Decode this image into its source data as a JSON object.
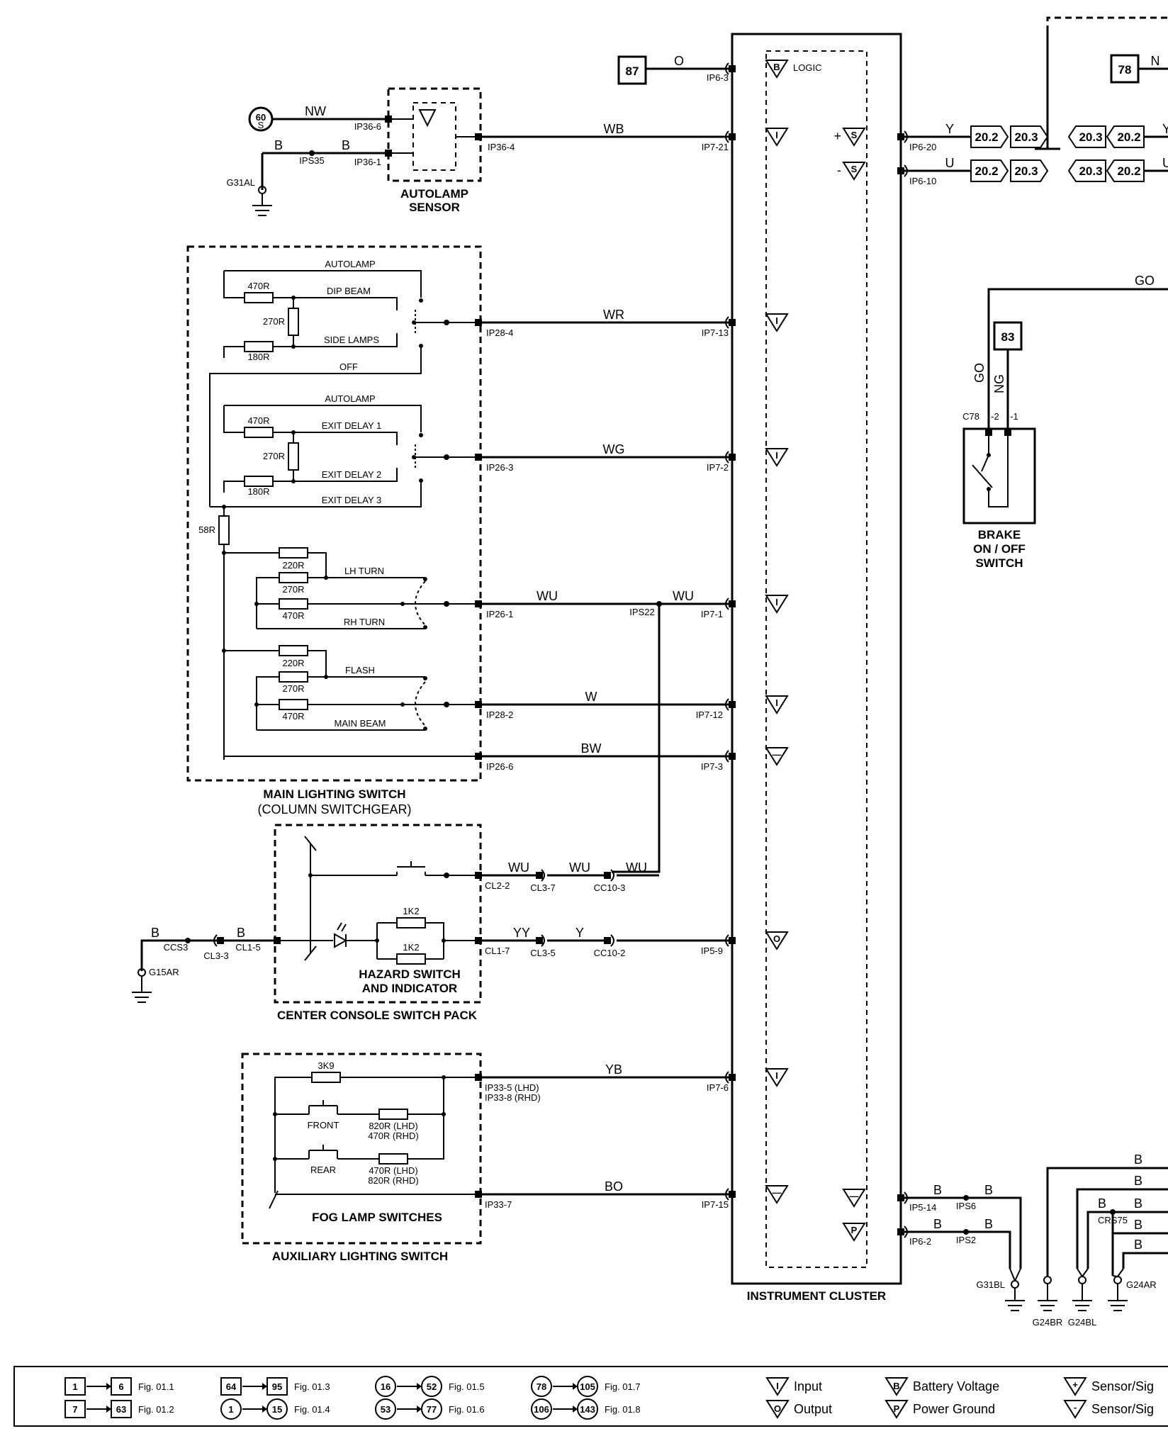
{
  "components": {
    "autolamp_sensor": "AUTOLAMP\nSENSOR",
    "main_lighting_switch": "MAIN LIGHTING SWITCH",
    "main_lighting_switch_sub": "(COLUMN SWITCHGEAR)",
    "hazard": "HAZARD SWITCH\nAND INDICATOR",
    "center_console": "CENTER CONSOLE SWITCH PACK",
    "fog_lamp_switches": "FOG LAMP SWITCHES",
    "aux_lighting": "AUXILIARY LIGHTING SWITCH",
    "instrument_cluster": "INSTRUMENT CLUSTER",
    "brake_switch": "BRAKE\nON / OFF\nSWITCH"
  },
  "refs": {
    "r87": "87",
    "r78": "78",
    "r83": "83",
    "r60": "60",
    "s": "S",
    "logic": "LOGIC"
  },
  "wires": {
    "o": "O",
    "nw": "NW",
    "b": "B",
    "wb": "WB",
    "wr": "WR",
    "wg": "WG",
    "wu": "WU",
    "w": "W",
    "bw": "BW",
    "yy": "YY",
    "y": "Y",
    "yb": "YB",
    "bo": "BO",
    "u": "U",
    "go": "GO",
    "ng": "NG",
    "n": "N"
  },
  "connectors": {
    "ip6_3": "IP6-3",
    "ip36_6": "IP36-6",
    "ip36_1": "IP36-1",
    "ips35": "IPS35",
    "ip36_4": "IP36-4",
    "ip7_21": "IP7-21",
    "g31al": "G31AL",
    "ip6_20": "IP6-20",
    "ip6_10": "IP6-10",
    "ip28_4": "IP28-4",
    "ip7_13": "IP7-13",
    "ip26_3": "IP26-3",
    "ip7_2": "IP7-2",
    "ip26_1": "IP26-1",
    "ips22": "IPS22",
    "ip7_1": "IP7-1",
    "ip28_2": "IP28-2",
    "ip7_12": "IP7-12",
    "ip26_6": "IP26-6",
    "ip7_3": "IP7-3",
    "cl2_2": "CL2-2",
    "cl3_7": "CL3-7",
    "cc10_3": "CC10-3",
    "ccs3": "CCS3",
    "cl3_3": "CL3-3",
    "cl1_5": "CL1-5",
    "g15ar": "G15AR",
    "cl1_7": "CL1-7",
    "cl3_5": "CL3-5",
    "cc10_2": "CC10-2",
    "ip5_9": "IP5-9",
    "ip33_5": "IP33-5 (LHD)",
    "ip33_8": "IP33-8 (RHD)",
    "ip7_6": "IP7-6",
    "ip33_7": "IP33-7",
    "ip7_15": "IP7-15",
    "ip5_14": "IP5-14",
    "ips6": "IPS6",
    "ip6_2": "IP6-2",
    "ips2": "IPS2",
    "g31bl": "G31BL",
    "g24br": "G24BR",
    "g24bl": "G24BL",
    "g24ar": "G24AR",
    "crs75": "CRS75",
    "c78": "C78",
    "pin2": "-2",
    "pin1": "-1"
  },
  "switch_positions": {
    "autolamp": "AUTOLAMP",
    "dip_beam": "DIP BEAM",
    "side_lamps": "SIDE LAMPS",
    "off": "OFF",
    "exit1": "EXIT DELAY 1",
    "exit2": "EXIT DELAY 2",
    "exit3": "EXIT DELAY 3",
    "lh_turn": "LH TURN",
    "rh_turn": "RH TURN",
    "flash": "FLASH",
    "main_beam": "MAIN BEAM",
    "front": "FRONT",
    "rear": "REAR"
  },
  "resistors": {
    "r470": "470R",
    "r270": "270R",
    "r180": "180R",
    "r58": "58R",
    "r220": "220R",
    "r1k2": "1K2",
    "r3k9": "3K9",
    "r820_lhd": "820R (LHD)",
    "r470_rhd": "470R (RHD)",
    "r470_lhd": "470R (LHD)",
    "r820_rhd": "820R (RHD)"
  },
  "page_refs": {
    "p20_2": "20.2",
    "p20_3": "20.3"
  },
  "legend": {
    "rows": [
      {
        "a": "1",
        "b": "6",
        "fig": "Fig. 01.1"
      },
      {
        "a": "7",
        "b": "63",
        "fig": "Fig. 01.2"
      },
      {
        "a": "64",
        "b": "95",
        "fig": "Fig. 01.3"
      },
      {
        "a": "1",
        "b": "15",
        "fig": "Fig. 01.4"
      },
      {
        "a": "16",
        "b": "52",
        "fig": "Fig. 01.5"
      },
      {
        "a": "53",
        "b": "77",
        "fig": "Fig. 01.6"
      },
      {
        "a": "78",
        "b": "105",
        "fig": "Fig. 01.7"
      },
      {
        "a": "106",
        "b": "143",
        "fig": "Fig. 01.8"
      }
    ],
    "input": "Input",
    "output": "Output",
    "battery": "Battery Voltage",
    "power_ground": "Power Ground",
    "sensor_pos": "Sensor/Sig",
    "sensor_neg": "Sensor/Sig"
  }
}
